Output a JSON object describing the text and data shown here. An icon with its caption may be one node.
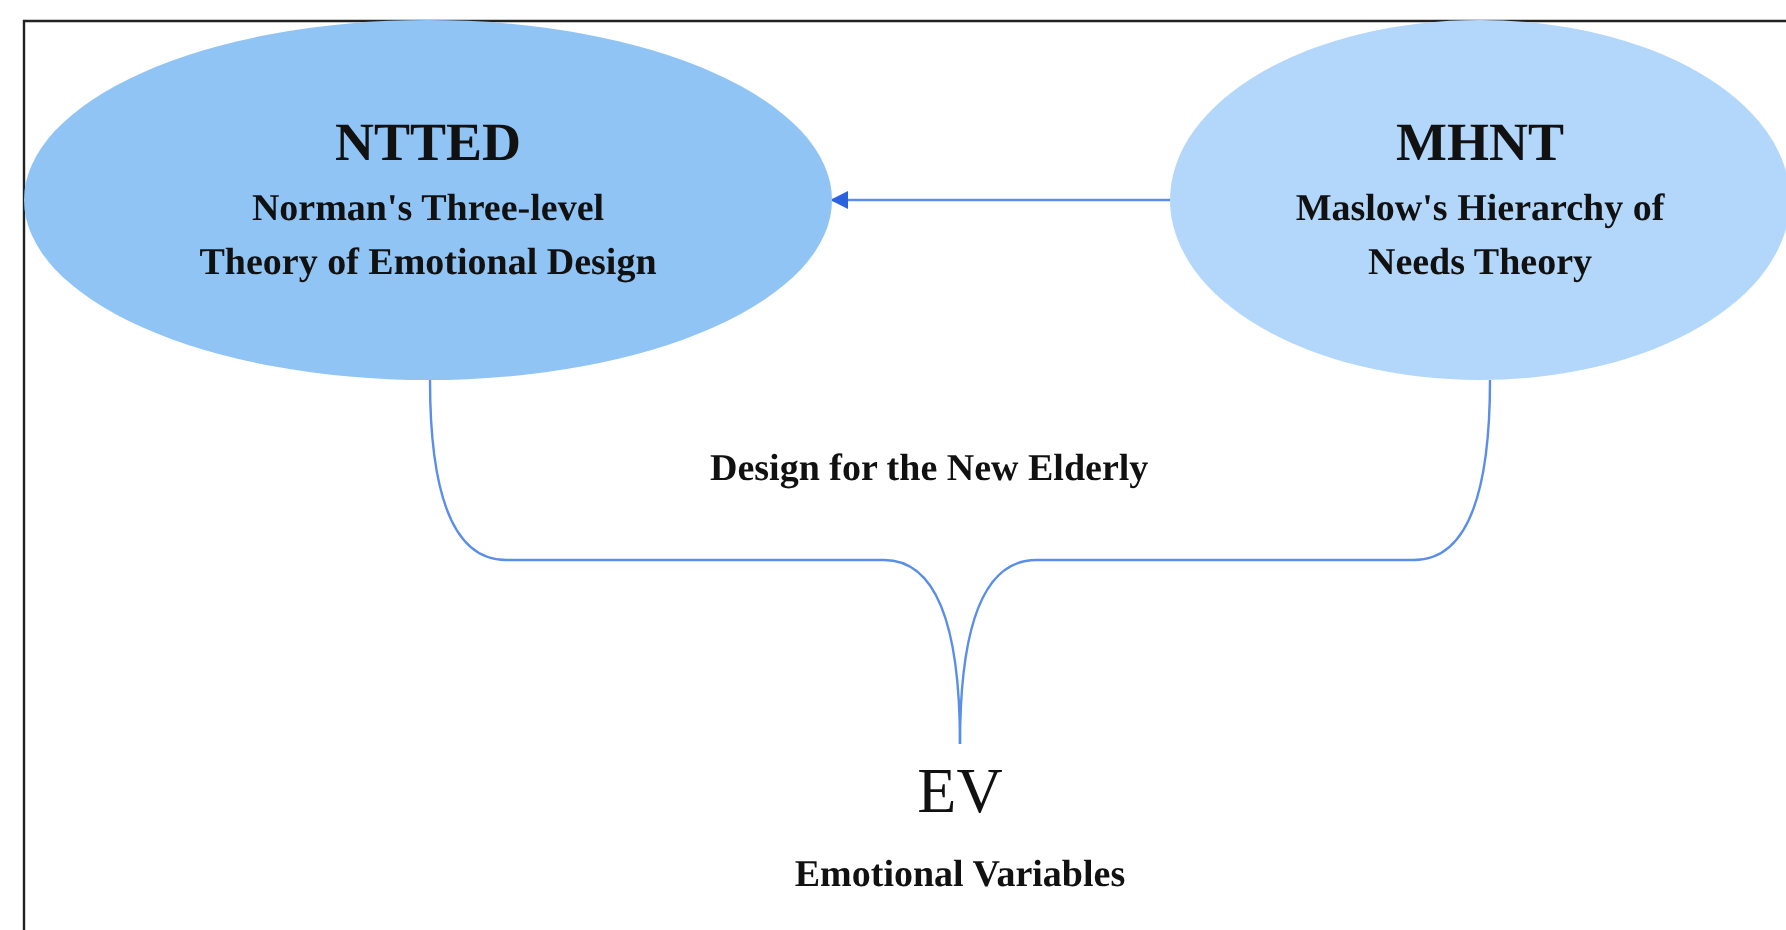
{
  "diagram": {
    "nodes": [
      {
        "text": [
          "NTTED",
          "Norman's Three-level Theory of Emotional Design"
        ]
      },
      {
        "text": [
          "MHNT",
          "Maslow's Hierarchy of Needs Theory"
        ]
      },
      {
        "text": [
          "EV",
          "Emotional Variables"
        ]
      }
    ],
    "edges": [
      {
        "from": 1,
        "to": 0,
        "arrow": "to"
      },
      {
        "from": 0,
        "to": 2,
        "arrow": "none"
      },
      {
        "from": 1,
        "to": 2,
        "arrow": "none"
      }
    ],
    "labels": [
      "Design for the New Elderly"
    ]
  }
}
